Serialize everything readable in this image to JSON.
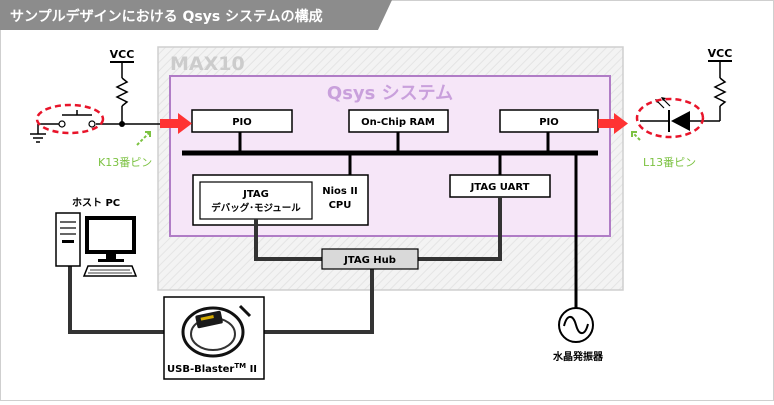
{
  "header": {
    "title": "サンプルデザインにおける Qsys システムの構成"
  },
  "fpga": {
    "label": "MAX10"
  },
  "qsys": {
    "label": "Qsys システム"
  },
  "blocks": {
    "pio_left": "PIO",
    "onchip_ram": "On-Chip RAM",
    "pio_right": "PIO",
    "jtag_debug_line1": "JTAG",
    "jtag_debug_line2": "デバッグ･モジュール",
    "nios_line1": "Nios II",
    "nios_line2": "CPU",
    "jtag_uart": "JTAG UART",
    "jtag_hub": "JTAG Hub"
  },
  "external": {
    "vcc_left": "VCC",
    "vcc_right": "VCC",
    "pin_left": "K13番ピン",
    "pin_right": "L13番ピン",
    "host_pc": "ホスト PC",
    "usb_blaster_main": "USB-Blaster",
    "usb_blaster_tm": "TM",
    "usb_blaster_suffix": " II",
    "oscillator": "水晶発振器"
  },
  "colors": {
    "header_bg": "#8c8c8c",
    "qsys_border": "#b07cc6",
    "qsys_fill": "#f6e6f8",
    "qsys_label": "#c9a0dc",
    "fpga_border": "#cfcfcf",
    "fpga_label": "#cccccc",
    "arrow_red": "#ff3333",
    "pin_green": "#7cc242",
    "dash_red": "#e8142a",
    "hub_fill": "#d9d9d9"
  }
}
